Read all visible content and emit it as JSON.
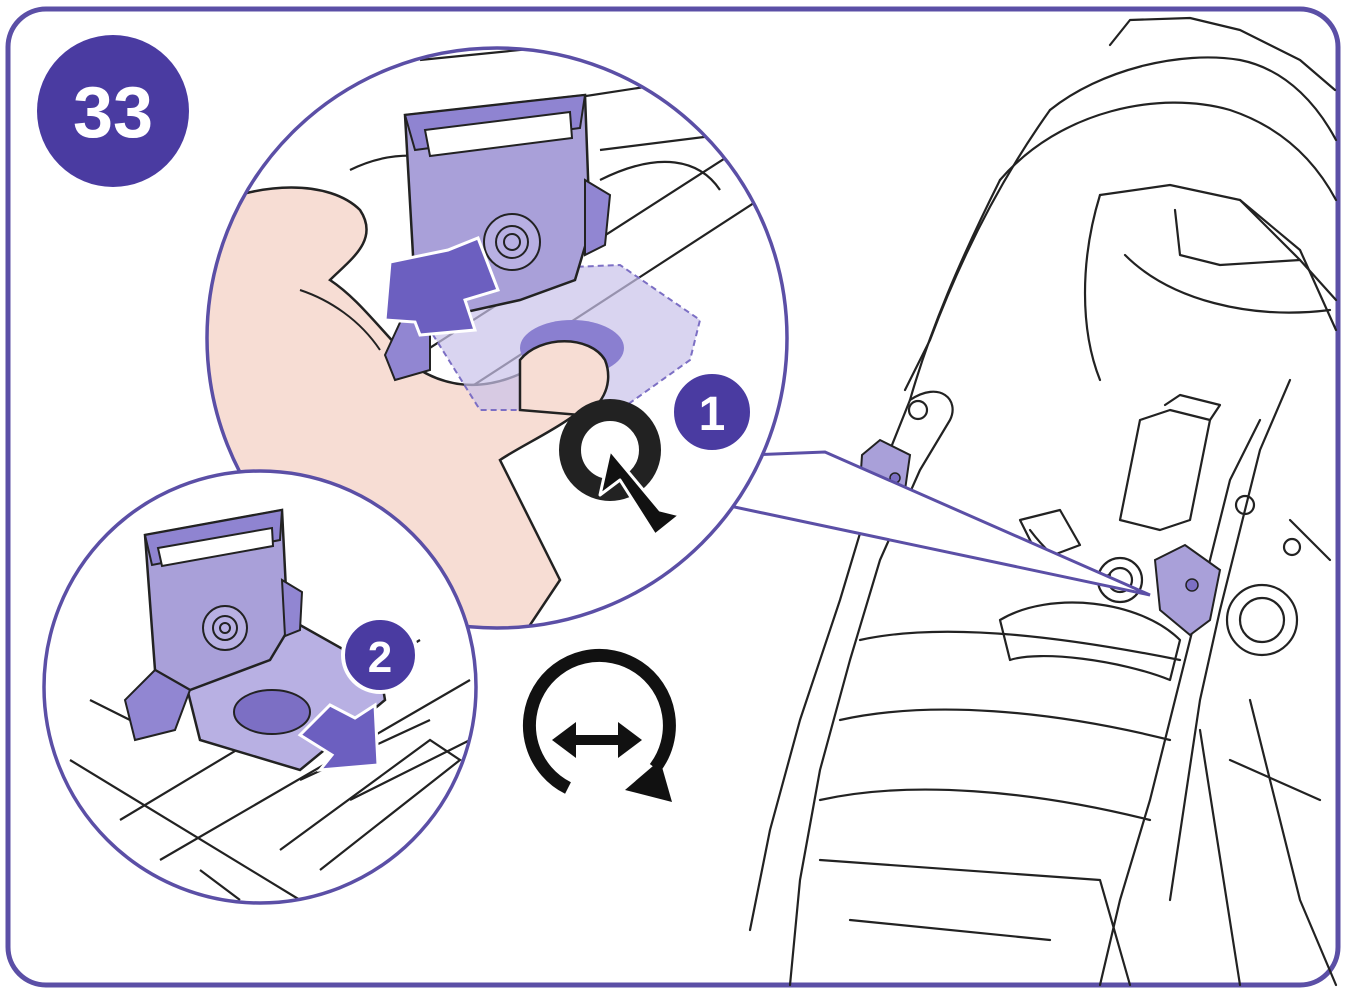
{
  "step": {
    "number": "33"
  },
  "callouts": [
    {
      "label": "1"
    },
    {
      "label": "2"
    }
  ],
  "icons": {
    "step_badge": "step-number-badge",
    "press_button": "press-button-icon",
    "rotate_swap": "rotate-bidirectional-icon"
  },
  "colors": {
    "frame": "#5b4fa6",
    "accent": "#4a3ba1",
    "part_fill": "#a9a0d9",
    "part_dark": "#7c6fc4",
    "skin": "#f7ddd4",
    "line": "#222222"
  }
}
